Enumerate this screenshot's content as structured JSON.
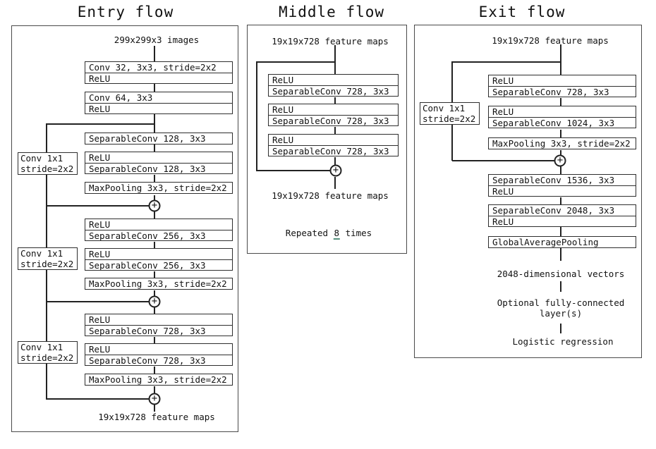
{
  "merge_symbol": "+",
  "colors": {
    "line": "#222222",
    "box_border": "#2e2e2e",
    "panel_border": "#4a4a4a",
    "repeat_underline": "#55907c",
    "background": "#ffffff",
    "text": "#111111"
  },
  "entry": {
    "title": "Entry flow",
    "input_label": "299x299x3 images",
    "output_label": "19x19x728 feature maps",
    "blocks": [
      {
        "rows": [
          "Conv 32, 3x3, stride=2x2",
          "ReLU"
        ]
      },
      {
        "rows": [
          "Conv 64, 3x3",
          "ReLU"
        ]
      },
      {
        "rows": [
          "SeparableConv 128, 3x3"
        ]
      },
      {
        "rows": [
          "ReLU",
          "SeparableConv 128, 3x3"
        ]
      },
      {
        "rows": [
          "MaxPooling 3x3, stride=2x2"
        ]
      },
      {
        "rows": [
          "ReLU",
          "SeparableConv 256, 3x3"
        ]
      },
      {
        "rows": [
          "ReLU",
          "SeparableConv 256, 3x3"
        ]
      },
      {
        "rows": [
          "MaxPooling 3x3, stride=2x2"
        ]
      },
      {
        "rows": [
          "ReLU",
          "SeparableConv 728, 3x3"
        ]
      },
      {
        "rows": [
          "ReLU",
          "SeparableConv 728, 3x3"
        ]
      },
      {
        "rows": [
          "MaxPooling 3x3, stride=2x2"
        ]
      }
    ],
    "skip_boxes": [
      {
        "lines": [
          "Conv 1x1",
          "stride=2x2"
        ]
      },
      {
        "lines": [
          "Conv 1x1",
          "stride=2x2"
        ]
      },
      {
        "lines": [
          "Conv 1x1",
          "stride=2x2"
        ]
      }
    ]
  },
  "middle": {
    "title": "Middle flow",
    "input_label": "19x19x728 feature maps",
    "output_label": "19x19x728 feature maps",
    "blocks": [
      {
        "rows": [
          "ReLU",
          "SeparableConv 728, 3x3"
        ]
      },
      {
        "rows": [
          "ReLU",
          "SeparableConv 728, 3x3"
        ]
      },
      {
        "rows": [
          "ReLU",
          "SeparableConv 728, 3x3"
        ]
      }
    ],
    "repeat_note": {
      "prefix": "Repeated ",
      "count": "8",
      "suffix": " times"
    }
  },
  "exit": {
    "title": "Exit flow",
    "input_label": "19x19x728 feature maps",
    "blocks": [
      {
        "rows": [
          "ReLU",
          "SeparableConv 728, 3x3"
        ]
      },
      {
        "rows": [
          "ReLU",
          "SeparableConv 1024, 3x3"
        ]
      },
      {
        "rows": [
          "MaxPooling 3x3, stride=2x2"
        ]
      },
      {
        "rows": [
          "SeparableConv 1536, 3x3",
          "ReLU"
        ]
      },
      {
        "rows": [
          "SeparableConv 2048, 3x3",
          "ReLU"
        ]
      },
      {
        "rows": [
          "GlobalAveragePooling"
        ]
      }
    ],
    "skip_box": {
      "lines": [
        "Conv 1x1",
        "stride=2x2"
      ]
    },
    "tail": {
      "vector_label": "2048-dimensional vectors",
      "fc_label": "Optional fully-connected layer(s)",
      "output_label": "Logistic regression"
    }
  }
}
